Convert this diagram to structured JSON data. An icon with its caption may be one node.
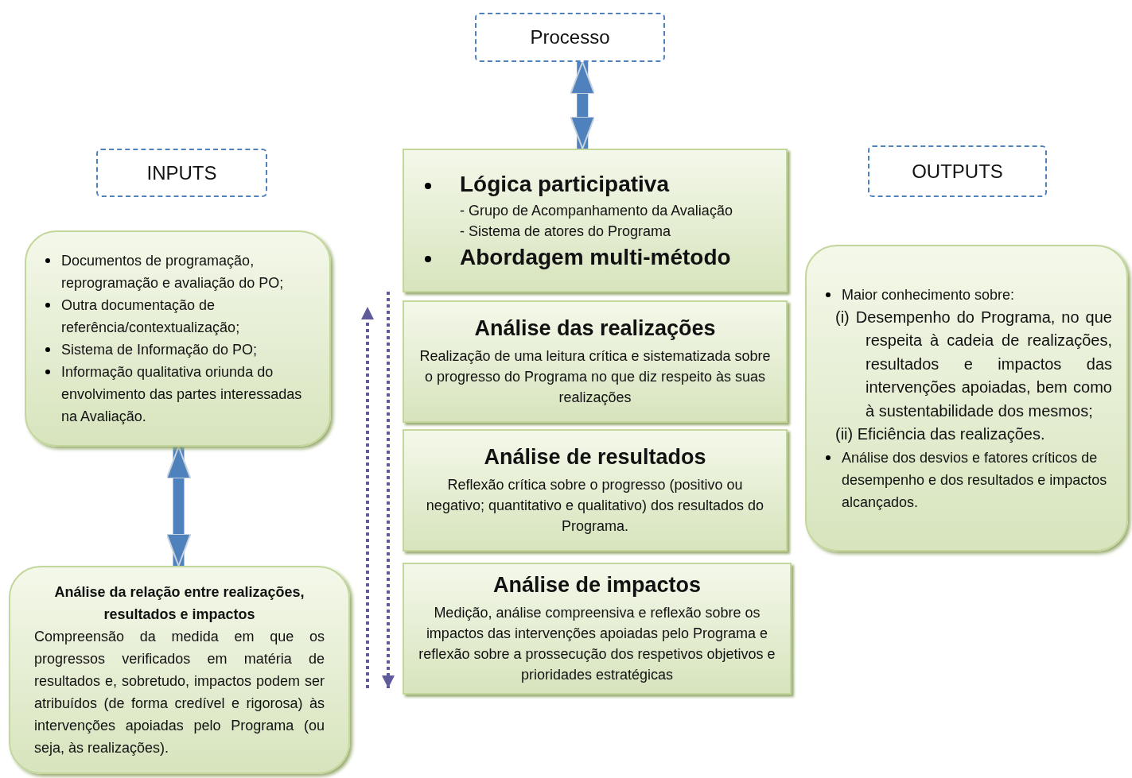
{
  "diagram": {
    "nodes": [
      {
        "text": [
          "Processo"
        ]
      },
      {
        "text": [
          "INPUTS"
        ]
      },
      {
        "text": [
          "Lógica participativa",
          "- Grupo de Acompanhamento da Avaliação",
          "- Sistema de atores do Programa",
          "Abordagem multi-método"
        ]
      },
      {
        "text": [
          "OUTPUTS"
        ]
      },
      {
        "text": [
          "Documentos de programação, reprogramação e avaliação do PO;",
          "Outra documentação de referência/contextualização;",
          "Sistema de Informação do PO;",
          "Informação qualitativa oriunda do envolvimento das partes interessadas na Avaliação."
        ]
      },
      {
        "text": [
          "Análise das realizações",
          "Realização de uma leitura crítica e sistematizada sobre o progresso do Programa no que diz respeito às suas realizações"
        ]
      },
      {
        "text": [
          "Maior conhecimento sobre:",
          "(i) Desempenho do Programa, no que respeita à cadeia de realizações, resultados e impactos das intervenções apoiadas, bem como à sustentabilidade dos mesmos;",
          "(ii) Eficiência das realizações.",
          "Análise dos desvios e fatores críticos de desempenho e dos resultados e impactos alcançados."
        ]
      },
      {
        "text": [
          "Análise de resultados",
          "Reflexão crítica sobre o progresso (positivo ou negativo; quantitativo e qualitativo) dos resultados do Programa."
        ]
      },
      {
        "text": [
          "Análise da relação entre realizações, resultados e impactos",
          "Compreensão da medida em que os progressos verificados em matéria de resultados e, sobretudo, impactos podem ser atribuídos (de forma credível e rigorosa) às intervenções apoiadas pelo Programa (ou seja, às realizações)."
        ]
      },
      {
        "text": [
          "Análise de impactos",
          "Medição, análise compreensiva e reflexão sobre os impactos das intervenções apoiadas pelo Programa e reflexão sobre a prossecução dos respetivos objetivos e prioridades estratégicas"
        ]
      }
    ],
    "edges": [
      {
        "from": 0,
        "to": 2,
        "arrow": "both"
      },
      {
        "from": 4,
        "to": 8,
        "arrow": "both"
      }
    ]
  }
}
